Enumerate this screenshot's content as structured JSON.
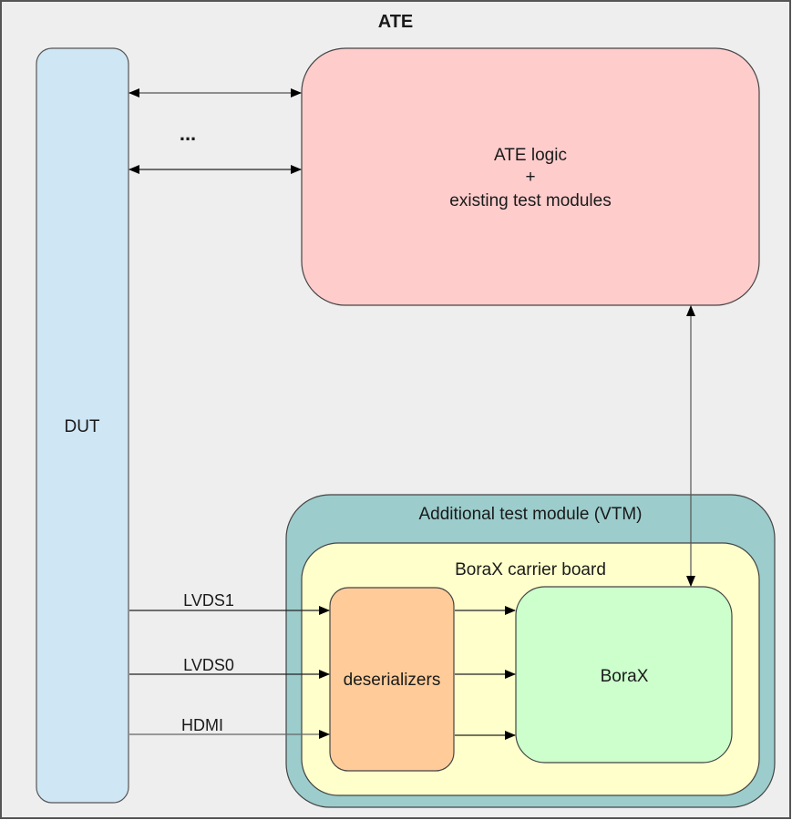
{
  "diagram": {
    "title": "ATE",
    "dut": {
      "label": "DUT",
      "color": "#cfe6f4"
    },
    "ate_logic": {
      "line1": "ATE logic",
      "line2": "+",
      "line3": "existing test modules",
      "color": "#ffcccc"
    },
    "ellipsis": "...",
    "vtm": {
      "label": "Additional test module (VTM)",
      "color": "#9ccccc"
    },
    "carrier": {
      "label": "BoraX carrier board",
      "color": "#ffffcc"
    },
    "deserializers": {
      "label": "deserializers",
      "color": "#ffcc99"
    },
    "borax": {
      "label": "BoraX",
      "color": "#ccffcc"
    },
    "signals": [
      "LVDS1",
      "LVDS0",
      "HDMI"
    ],
    "background": "#eeeeee"
  }
}
